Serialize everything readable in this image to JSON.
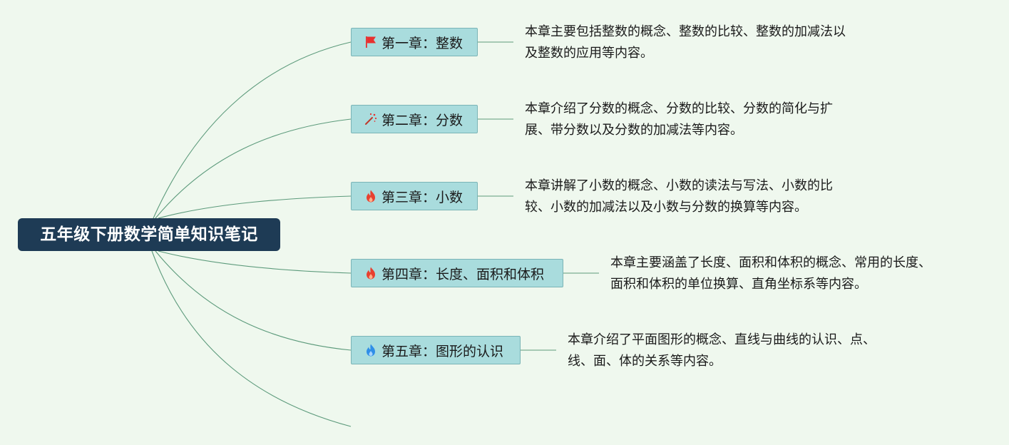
{
  "root": {
    "title": "五年级下册数学简单知识笔记"
  },
  "chapters": [
    {
      "label": "第一章：整数",
      "icon": "red-flag-icon",
      "desc_lines": [
        "本章主要包括整数的概念、整数的比较、整数的加减法以",
        "及整数的应用等内容。"
      ]
    },
    {
      "label": "第二章：分数",
      "icon": "sparkle-icon",
      "desc_lines": [
        "本章介绍了分数的概念、分数的比较、分数的简化与扩",
        "展、带分数以及分数的加减法等内容。"
      ]
    },
    {
      "label": "第三章：小数",
      "icon": "fire-icon",
      "desc_lines": [
        "本章讲解了小数的概念、小数的读法与写法、小数的比",
        "较、小数的加减法以及小数与分数的换算等内容。"
      ]
    },
    {
      "label": "第四章：长度、面积和体积",
      "icon": "fire-icon",
      "desc_lines": [
        "本章主要涵盖了长度、面积和体积的概念、常用的长度、",
        "面积和体积的单位换算、直角坐标系等内容。"
      ]
    },
    {
      "label": "第五章：图形的认识",
      "icon": "blue-fire-icon",
      "desc_lines": [
        "本章介绍了平面图形的概念、直线与曲线的认识、点、",
        "线、面、体的关系等内容。"
      ]
    }
  ],
  "colors": {
    "background": "#eff8ee",
    "root_fill": "#1e3b55",
    "chapter_fill": "#a9dcdd",
    "line": "#5c9a7b",
    "flag_red": "#e8302f",
    "fire_red": "#e8402f",
    "fire_blue": "#2f8ee8"
  }
}
